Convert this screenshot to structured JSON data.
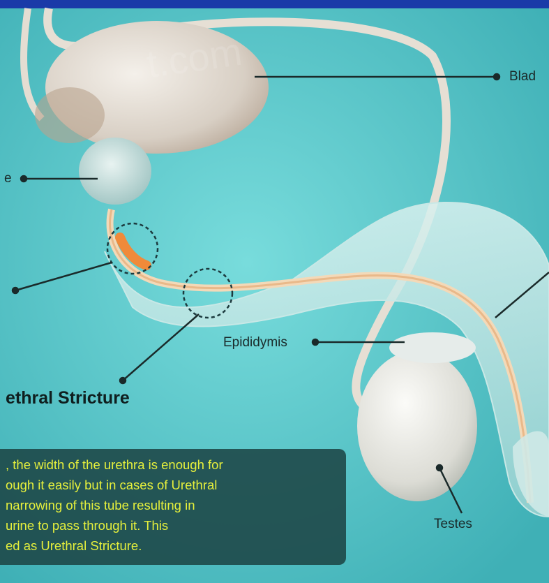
{
  "labels": {
    "bladder": "Blad",
    "prostate": "e",
    "epididymis": "Epididymis",
    "testes": "Testes"
  },
  "title": "ethral Stricture",
  "watermark": "t.com",
  "caption": [
    ", the width of the urethra is enough for",
    "ough it easily but in cases of Urethral",
    " narrowing of this tube resulting in",
    "urine to pass through it. This",
    "ed as Urethral Stricture."
  ],
  "colors": {
    "background": "#5cc8c8",
    "top_bar": "#1a3aa8",
    "caption_bg": "#1c4646",
    "caption_text": "#e6f03c",
    "stricture": "#f08a3a"
  }
}
